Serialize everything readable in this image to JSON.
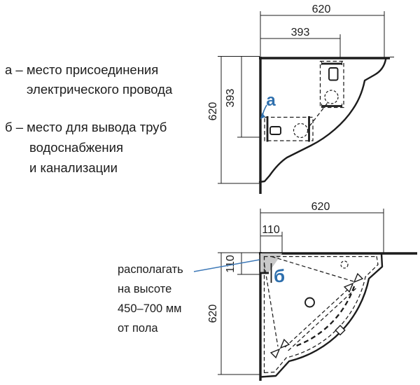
{
  "colors": {
    "line": "#1c1c1c",
    "accent_blue": "#2e6fad",
    "leader_blue": "#3f7ab8",
    "shade_gray": "#c9c9c9",
    "background": "#ffffff"
  },
  "legend": {
    "item_a": {
      "line1": "а – место присоединения",
      "line2": "электрического провода"
    },
    "item_b": {
      "line1": "б – место для вывода труб",
      "line2": "водоснабжения",
      "line3": "и канализации"
    }
  },
  "annotation": {
    "line1": "располагать",
    "line2": "на высоте",
    "line3": "450–700 мм",
    "line4": "от пола"
  },
  "views": {
    "top": {
      "marker": "а",
      "dim_outer_width": "620",
      "dim_inner_width": "393",
      "dim_outer_height": "620",
      "dim_inner_height": "393"
    },
    "bottom": {
      "marker": "б",
      "dim_outer_width": "620",
      "dim_inner_width": "110",
      "dim_outer_height": "620",
      "dim_inner_height": "110"
    }
  }
}
